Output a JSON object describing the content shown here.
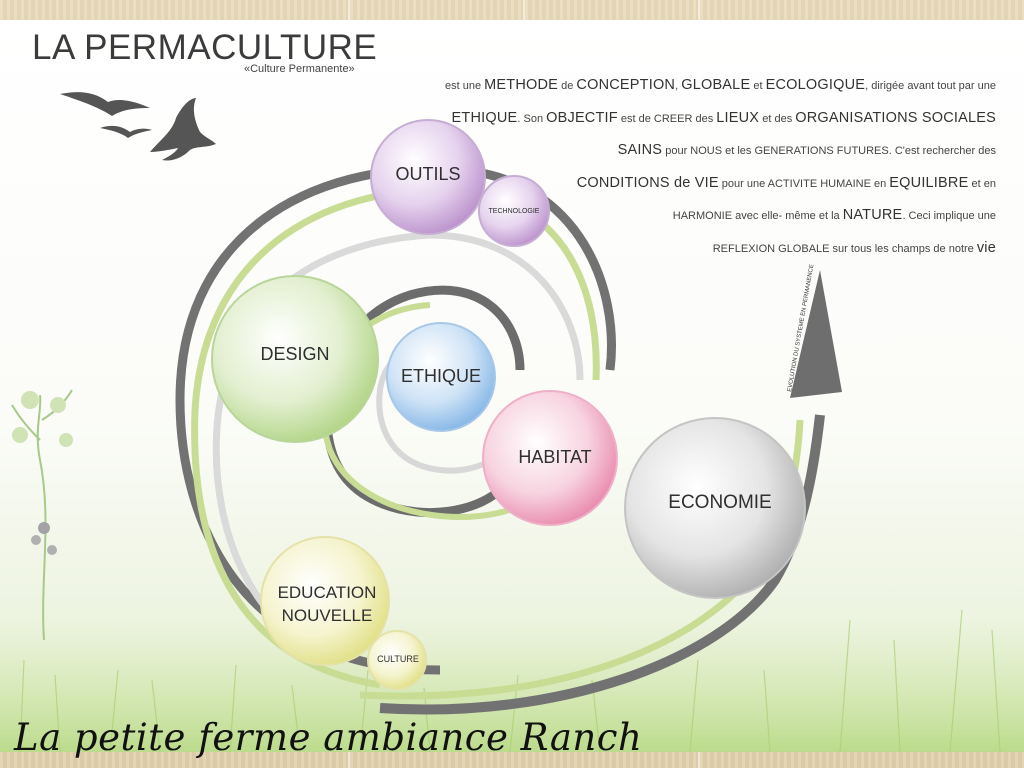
{
  "header": {
    "title": "LA PERMACULTURE",
    "subtitle": "«Culture Permanente»"
  },
  "description_lines": [
    [
      {
        "t": "est une ",
        "b": false
      },
      {
        "t": "METHODE",
        "b": true
      },
      {
        "t": " de ",
        "b": false
      },
      {
        "t": "CONCEPTION",
        "b": true
      },
      {
        "t": ", ",
        "b": false
      },
      {
        "t": "GLOBALE",
        "b": true
      },
      {
        "t": " et ",
        "b": false
      },
      {
        "t": "ECOLOGIQUE",
        "b": true
      },
      {
        "t": ", dirigée avant tout par une",
        "b": false
      }
    ],
    [
      {
        "t": "ETHIQUE",
        "b": true
      },
      {
        "t": ". Son ",
        "b": false
      },
      {
        "t": "OBJECTIF",
        "b": true
      },
      {
        "t": " est de CREER des ",
        "b": false
      },
      {
        "t": "LIEUX",
        "b": true
      },
      {
        "t": " et des ",
        "b": false
      },
      {
        "t": "ORGANISATIONS SOCIALES",
        "b": true
      }
    ],
    [
      {
        "t": "SAINS",
        "b": true
      },
      {
        "t": " pour NOUS et les GENERATIONS FUTURES. C'est rechercher des",
        "b": false
      }
    ],
    [
      {
        "t": "CONDITIONS de VIE",
        "b": true
      },
      {
        "t": " pour une ACTIVITE HUMAINE en ",
        "b": false
      },
      {
        "t": "EQUILIBRE",
        "b": true
      },
      {
        "t": " et en",
        "b": false
      }
    ],
    [
      {
        "t": "HARMONIE avec elle- même et la ",
        "b": false
      },
      {
        "t": "NATURE",
        "b": true
      },
      {
        "t": ". Ceci implique une",
        "b": false
      }
    ],
    [
      {
        "t": "REFLEXION GLOBALE sur tous les champs de notre ",
        "b": false
      },
      {
        "t": "vie",
        "b": true
      }
    ]
  ],
  "nodes": {
    "outils": "OUTILS",
    "technologie": "TECHNOLOGIE",
    "design": "DESIGN",
    "ethique": "ETHIQUE",
    "habitat": "HABITAT",
    "economie": "ECONOMIE",
    "education_line1": "EDUCATION",
    "education_line2": "NOUVELLE",
    "culture": "CULTURE"
  },
  "arrow_label": "EVOLUTION DU SYSTEME EN PERMANENCE",
  "footer": "La petite ferme ambiance Ranch",
  "colors": {
    "dark_spiral": "#6f6f6f",
    "green_spiral": "#c6dc8f",
    "light_spiral": "#dcdcdc",
    "outils": "#c9a6d6",
    "design": "#b9d98e",
    "ethique": "#9cc6ec",
    "habitat": "#ef9fbd",
    "economie": "#bdbdbd",
    "education": "#ecea9f",
    "text": "#333333"
  }
}
